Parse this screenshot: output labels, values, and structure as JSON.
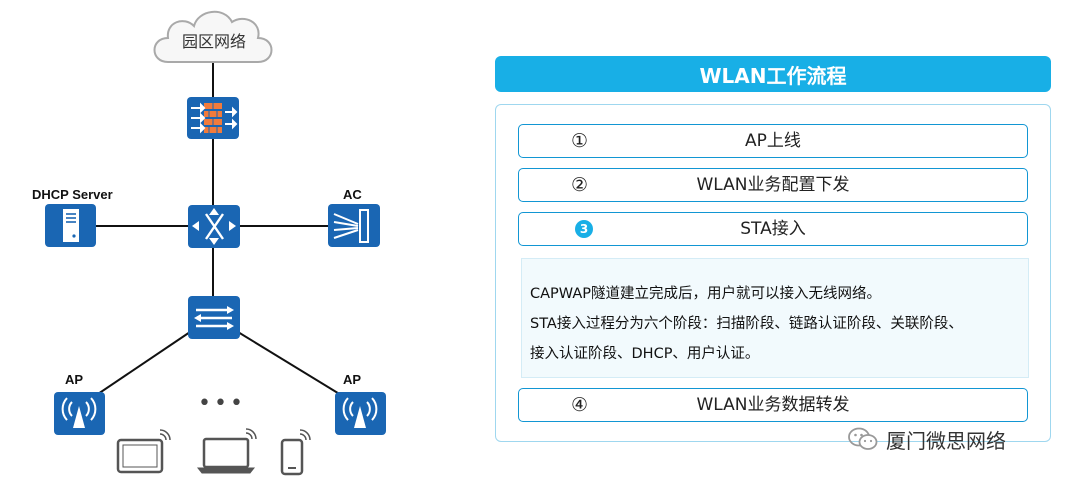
{
  "diagram": {
    "cloud_label": "园区网络",
    "dhcp_label": "DHCP Server",
    "ac_label": "AC",
    "ap_label_left": "AP",
    "ap_label_right": "AP",
    "ellipsis": "•••",
    "colors": {
      "device_blue": "#1a66b3",
      "firewall_orange": "#f07b3c",
      "accent": "#18afe6"
    },
    "icons": [
      "cloud-icon",
      "firewall-icon",
      "router-icon",
      "dhcp-server-icon",
      "ac-icon",
      "switch-icon",
      "ap-icon",
      "tablet-icon",
      "laptop-icon",
      "phone-icon"
    ]
  },
  "panel": {
    "title": "WLAN工作流程",
    "steps": [
      {
        "num": "①",
        "label": "AP上线"
      },
      {
        "num": "②",
        "label": "WLAN业务配置下发"
      },
      {
        "num": "3",
        "label": "STA接入"
      },
      {
        "num": "④",
        "label": "WLAN业务数据转发"
      }
    ],
    "description": [
      "CAPWAP隧道建立完成后，用户就可以接入无线网络。",
      "STA接入过程分为六个阶段：扫描阶段、链路认证阶段、关联阶段、",
      "接入认证阶段、DHCP、用户认证。"
    ]
  },
  "watermark": "厦门微思网络"
}
